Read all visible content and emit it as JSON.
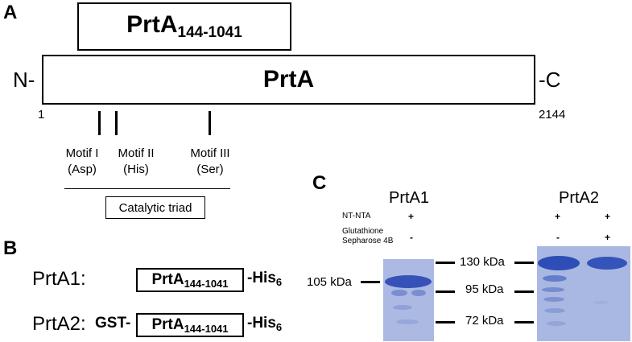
{
  "panel_a": {
    "letter": "A",
    "fragment": {
      "name": "PrtA",
      "range": "144-1041"
    },
    "protein": {
      "name": "PrtA",
      "n_term": "N-",
      "c_term": "-C",
      "start": "1",
      "end": "2144"
    },
    "motifs": [
      {
        "name": "Motif I",
        "residue": "(Asp)"
      },
      {
        "name": "Motif II",
        "residue": "(His)"
      },
      {
        "name": "Motif III",
        "residue": "(Ser)"
      }
    ],
    "triad_label": "Catalytic triad"
  },
  "panel_b": {
    "letter": "B",
    "constructs": [
      {
        "name": "PrtA1:",
        "prefix": "",
        "box_name": "PrtA",
        "box_range": "144-1041",
        "suffix": "-His",
        "suffix_sub": "6"
      },
      {
        "name": "PrtA2:",
        "prefix": "GST-",
        "box_name": "PrtA",
        "box_range": "144-1041",
        "suffix": "-His",
        "suffix_sub": "6"
      }
    ]
  },
  "panel_c": {
    "letter": "C",
    "lanes": [
      {
        "title": "PrtA1",
        "ntnta": [
          "+"
        ],
        "glutathione": [
          "-"
        ]
      },
      {
        "title": "PrtA2",
        "ntnta": [
          "+",
          "+"
        ],
        "glutathione": [
          "-",
          "+"
        ]
      }
    ],
    "row_labels": {
      "ntnta": "NT-NTA",
      "glutathione_1": "Glutathione",
      "glutathione_2": "Sepharose 4B"
    },
    "left_marker": "105 kDa",
    "markers": [
      "130 kDa",
      "95 kDa",
      "72 kDa"
    ],
    "colors": {
      "gel_background": "#9fb0de",
      "band": "#3652b8"
    }
  }
}
